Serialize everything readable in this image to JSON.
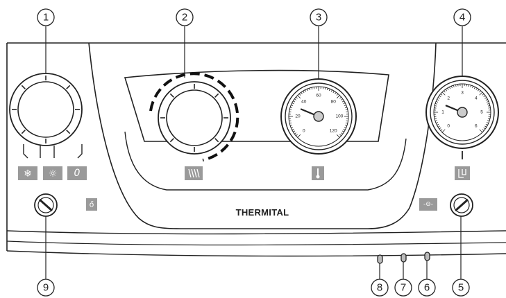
{
  "brand": "THERMITAL",
  "callouts": [
    "1",
    "2",
    "3",
    "4",
    "5",
    "6",
    "7",
    "8",
    "9"
  ],
  "temperature_gauge": {
    "ticks": [
      "0",
      "20",
      "40",
      "60",
      "80",
      "100",
      "120"
    ],
    "needle_value": 30
  },
  "pressure_gauge": {
    "ticks": [
      "0",
      "1",
      "2",
      "3",
      "4",
      "5",
      "6"
    ],
    "needle_value": 1.5
  },
  "icons": {
    "mode_winter": "snowflake-icon",
    "mode_summer": "sun-icon",
    "mode_off": "power-off-icon",
    "heating": "radiator-icon",
    "thermometer": "thermometer-icon",
    "tap_water": "tap-water-icon",
    "reset": "flame-reset-icon",
    "pressure_switch": "pressure-switch-icon"
  },
  "colors": {
    "line": "#222222",
    "panel": "#ffffff",
    "icon_bg": "#9a9a9a"
  }
}
